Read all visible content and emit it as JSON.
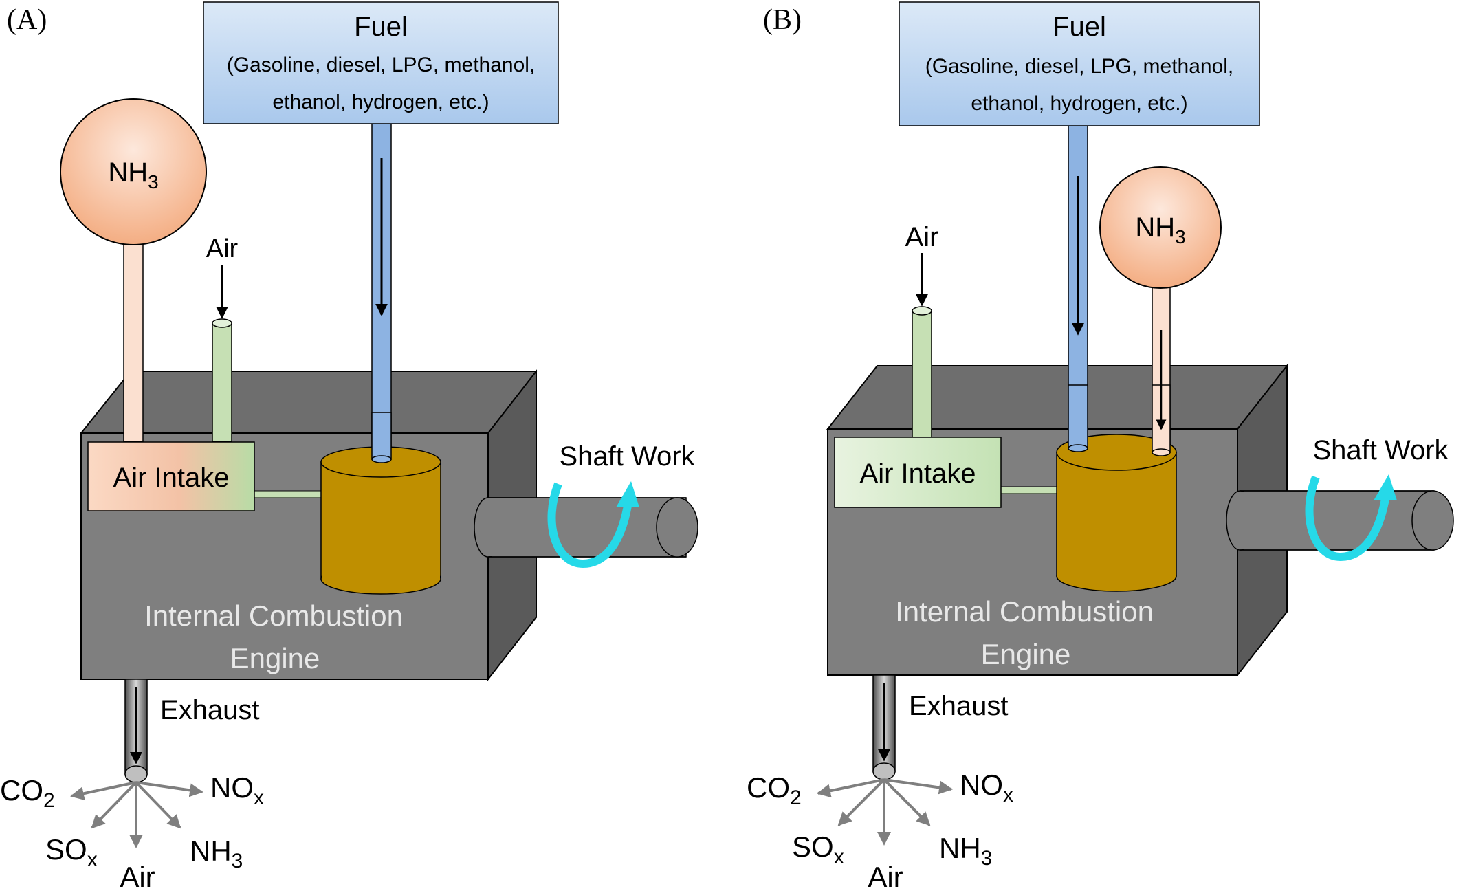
{
  "panels": [
    {
      "tag": "(A)",
      "fuel": {
        "title": "Fuel",
        "line1": "(Gasoline, diesel, LPG, methanol,",
        "line2": "ethanol, hydrogen, etc.)"
      },
      "nh3_tank": {
        "base": "NH",
        "sub": "3"
      },
      "air_label": "Air",
      "air_intake_label": "Air Intake",
      "engine": {
        "line1": "Internal Combustion",
        "line2": "Engine"
      },
      "shaft_label": "Shaft Work",
      "exhaust_label": "Exhaust",
      "emissions": {
        "co2": {
          "base": "CO",
          "sub": "2"
        },
        "nox": {
          "base": "NO",
          "sub": "x"
        },
        "sox": {
          "base": "SO",
          "sub": "x"
        },
        "nh3": {
          "base": "NH",
          "sub": "3"
        },
        "air": "Air"
      }
    },
    {
      "tag": "(B)",
      "fuel": {
        "title": "Fuel",
        "line1": "(Gasoline, diesel, LPG, methanol,",
        "line2": "ethanol, hydrogen, etc.)"
      },
      "nh3_tank": {
        "base": "NH",
        "sub": "3"
      },
      "air_label": "Air",
      "air_intake_label": "Air Intake",
      "engine": {
        "line1": "Internal Combustion",
        "line2": "Engine"
      },
      "shaft_label": "Shaft Work",
      "exhaust_label": "Exhaust",
      "emissions": {
        "co2": {
          "base": "CO",
          "sub": "2"
        },
        "nox": {
          "base": "NO",
          "sub": "x"
        },
        "sox": {
          "base": "SO",
          "sub": "x"
        },
        "nh3": {
          "base": "NH",
          "sub": "3"
        },
        "air": "Air"
      }
    }
  ],
  "colors": {
    "engine_front": "#7f7f7f",
    "engine_top": "#6e6e6e",
    "engine_side": "#5a5a5a",
    "cylinder": "#bf8f00",
    "fuel_pipe": "#8db3e2",
    "air_pipe": "#c6e0b4",
    "nh3_pipe": "#fbe0d0",
    "nh3_tank": "#f4b183",
    "shaft_arrow": "#26d9e8",
    "emission_arrow": "#7f7f7f"
  }
}
